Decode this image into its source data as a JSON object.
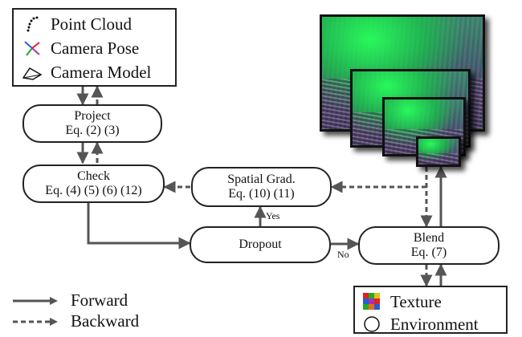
{
  "legend_top": {
    "items": [
      {
        "label": "Point Cloud",
        "icon": "point-cloud-icon"
      },
      {
        "label": "Camera Pose",
        "icon": "camera-pose-icon"
      },
      {
        "label": "Camera Model",
        "icon": "camera-model-icon"
      }
    ]
  },
  "nodes": {
    "project": {
      "line1": "Project",
      "line2": "Eq. (2) (3)"
    },
    "check": {
      "line1": "Check",
      "line2": "Eq. (4) (5) (6) (12)"
    },
    "spatial_grad": {
      "line1": "Spatial Grad.",
      "line2": "Eq. (10) (11)"
    },
    "dropout": {
      "line1": "Dropout"
    },
    "blend": {
      "line1": "Blend",
      "line2": "Eq. (7)"
    }
  },
  "edge_labels": {
    "yes": "Yes",
    "no": "No"
  },
  "legend_bottom": {
    "forward": "Forward",
    "backward": "Backward"
  },
  "legend_bottom_right": {
    "items": [
      {
        "label": "Texture",
        "icon": "texture-grid-icon"
      },
      {
        "label": "Environment",
        "icon": "environment-icon"
      }
    ]
  },
  "colors": {
    "stroke": "#555555",
    "frame_green": "#1fd56a",
    "frame_purple": "#5a4d70"
  }
}
